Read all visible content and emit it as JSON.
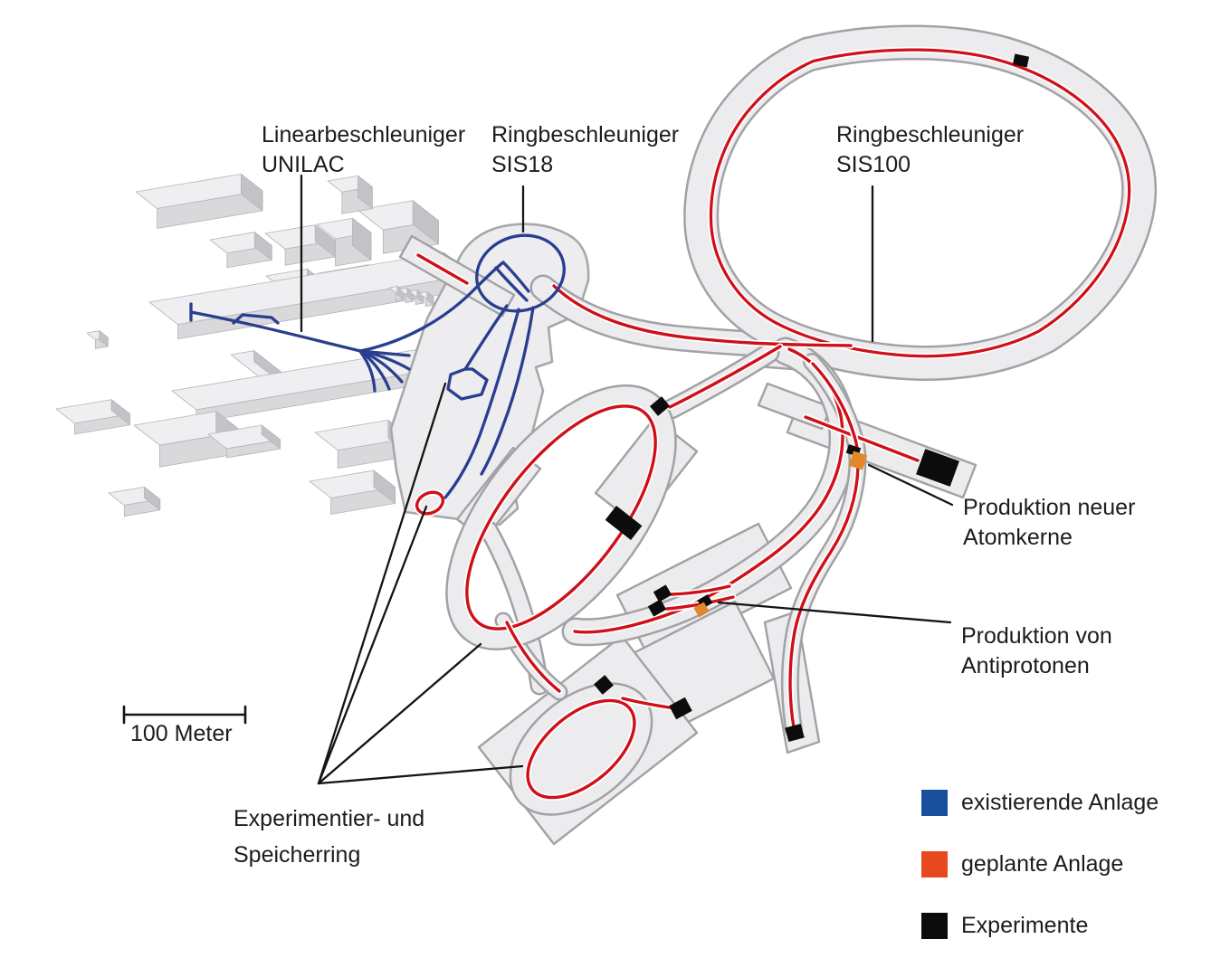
{
  "labels": {
    "unilac": {
      "line1": "Linearbeschleuniger",
      "line2": "UNILAC"
    },
    "sis18": {
      "line1": "Ringbeschleuniger",
      "line2": "SIS18"
    },
    "sis100": {
      "line1": "Ringbeschleuniger",
      "line2": "SIS100"
    },
    "atomkerne": {
      "line1": "Produktion neuer",
      "line2": "Atomkerne"
    },
    "antiprotonen": {
      "line1": "Produktion von",
      "line2": "Antiprotonen"
    },
    "speicherring": {
      "line1": "Experimentier- und",
      "line2": "Speicherring"
    }
  },
  "scale_bar": {
    "label": "100 Meter"
  },
  "legend": {
    "items": [
      {
        "key": "existing",
        "label": "existierende Anlage",
        "color": "#1a4f9e"
      },
      {
        "key": "planned",
        "label": "geplante Anlage",
        "color": "#e8481e"
      },
      {
        "key": "experiments",
        "label": "Experimente",
        "color": "#0c0c0c"
      }
    ]
  },
  "colors": {
    "existing_line": "#2a3d8f",
    "planned_line": "#cf1019",
    "experiment": "#0c0c0c",
    "target_orange": "#e0882a",
    "pointer": "#141414"
  }
}
